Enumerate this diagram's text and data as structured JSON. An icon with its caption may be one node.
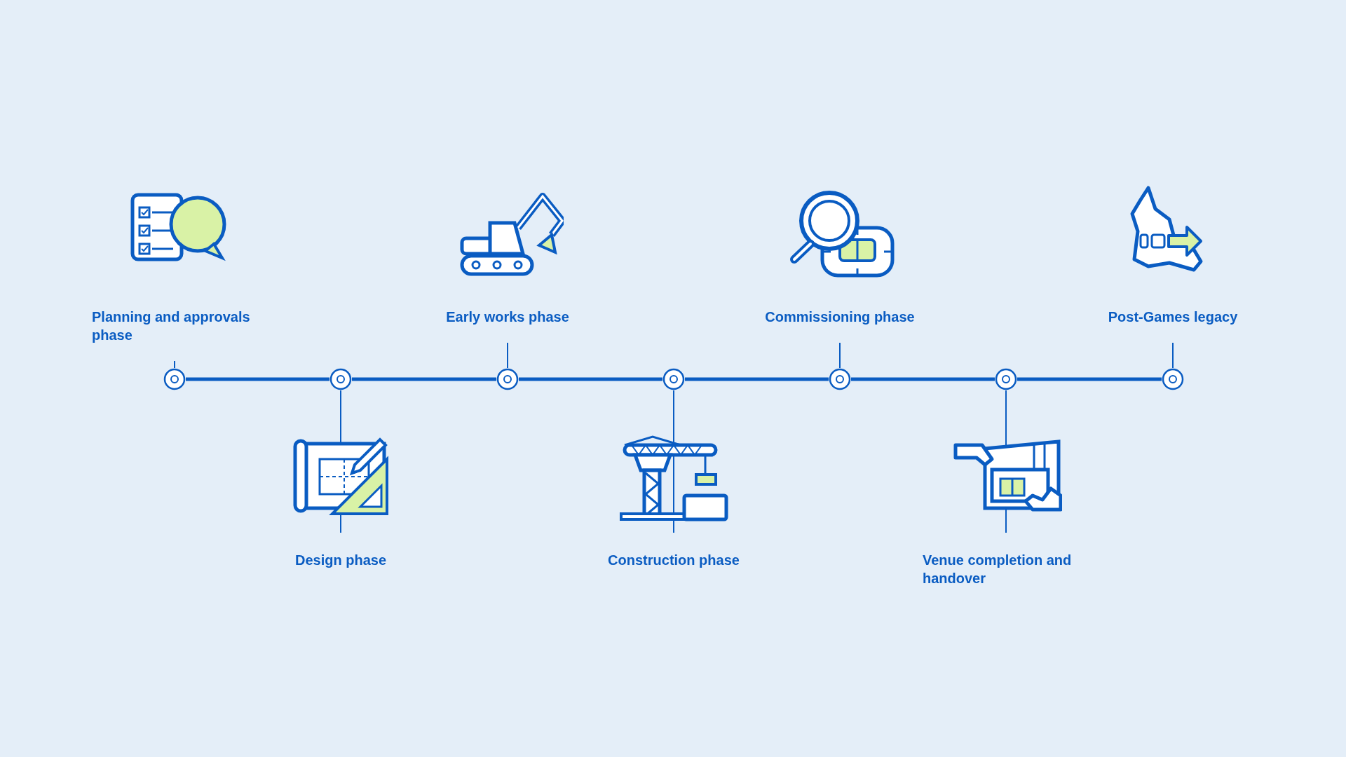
{
  "diagram": {
    "nodes": [
      {
        "text": [
          "Planning and approvals phase"
        ]
      },
      {
        "text": [
          "Design phase"
        ]
      },
      {
        "text": [
          "Early works phase"
        ]
      },
      {
        "text": [
          "Construction phase"
        ]
      },
      {
        "text": [
          "Commissioning phase"
        ]
      },
      {
        "text": [
          "Venue completion and handover"
        ]
      },
      {
        "text": [
          "Post-Games legacy"
        ]
      },
      {
        "text": [],
        "shape": "circle"
      },
      {
        "text": [],
        "shape": "circle"
      },
      {
        "text": [],
        "shape": "circle"
      },
      {
        "text": [],
        "shape": "circle"
      },
      {
        "text": [],
        "shape": "circle"
      },
      {
        "text": [],
        "shape": "circle"
      },
      {
        "text": [],
        "shape": "circle"
      }
    ],
    "edges": [
      {
        "from": 7,
        "to": 8,
        "arrow": "none",
        "style": "thick"
      },
      {
        "from": 8,
        "to": 9,
        "arrow": "none",
        "style": "thick"
      },
      {
        "from": 9,
        "to": 10,
        "arrow": "none",
        "style": "thick"
      },
      {
        "from": 10,
        "to": 11,
        "arrow": "none",
        "style": "thick"
      },
      {
        "from": 11,
        "to": 12,
        "arrow": "none",
        "style": "thick"
      },
      {
        "from": 12,
        "to": 13,
        "arrow": "none",
        "style": "thick"
      },
      {
        "from": 0,
        "to": 7,
        "arrow": "none"
      },
      {
        "from": 1,
        "to": 8,
        "arrow": "none"
      },
      {
        "from": 2,
        "to": 9,
        "arrow": "none"
      },
      {
        "from": 3,
        "to": 10,
        "arrow": "none"
      },
      {
        "from": 4,
        "to": 11,
        "arrow": "none"
      },
      {
        "from": 5,
        "to": 12,
        "arrow": "none"
      },
      {
        "from": 6,
        "to": 13,
        "arrow": "none"
      }
    ]
  }
}
